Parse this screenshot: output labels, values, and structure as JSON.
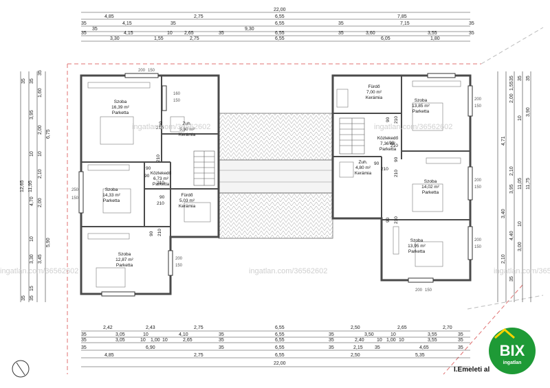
{
  "title": "I.Emeleti al",
  "logo": {
    "text": "BIX",
    "subtext": "ingatlan",
    "color": "#1e9a36"
  },
  "watermark": "ingatlan.com/36562602",
  "colors": {
    "wall": "#4a4a4a",
    "dim_line": "#333333",
    "red_dash": "#e07070"
  },
  "dims_top": [
    {
      "row": 1,
      "labels": [
        "22,00"
      ]
    },
    {
      "row": 2,
      "labels": [
        "4,85",
        "2,75",
        "6,55",
        "7,85"
      ]
    },
    {
      "row": 3,
      "labels": [
        "35",
        "4,15",
        "35",
        "6,55",
        "35",
        "7,15",
        "35"
      ]
    },
    {
      "row": 4,
      "labels": [
        "35",
        "9,30"
      ]
    },
    {
      "row": 5,
      "labels": [
        "35",
        "4,15",
        "10",
        "2,65",
        "35",
        "6,55",
        "35",
        "3,60",
        "3,55",
        "35"
      ]
    },
    {
      "row": 6,
      "labels": [
        "3,30",
        "1,55",
        "2,75",
        "6,55",
        "6,05",
        "1,80"
      ]
    }
  ],
  "dims_bottom": [
    {
      "row": 1,
      "labels": [
        "2,42",
        "2,43",
        "2,75",
        "6,55",
        "2,50",
        "2,65",
        "2,70"
      ]
    },
    {
      "row": 2,
      "labels": [
        "35",
        "3,05",
        "10",
        "4,10",
        "35",
        "6,55",
        "35",
        "3,50",
        "10",
        "3,55",
        "35"
      ]
    },
    {
      "row": 3,
      "labels": [
        "35",
        "3,05",
        "10",
        "1,00",
        "10",
        "2,65",
        "35",
        "6,55",
        "35",
        "2,40",
        "10",
        "1,00",
        "10",
        "3,55",
        "35"
      ]
    },
    {
      "row": 4,
      "labels": [
        "35",
        "6,90",
        "35",
        "6,55",
        "35",
        "2,15",
        "35",
        "4,65",
        "35"
      ]
    },
    {
      "row": 5,
      "labels": [
        "4,85",
        "2,75",
        "6,55",
        "2,50",
        "5,35"
      ]
    },
    {
      "row": 6,
      "labels": [
        "22,00"
      ]
    }
  ],
  "dims_left": [
    "12,65",
    "11,95",
    "1,60",
    "3,95",
    "2,00",
    "6,75",
    "2,10",
    "10",
    "10",
    "4,70",
    "2,00",
    "5,90",
    "3,45",
    "3,30",
    "35",
    "35",
    "35",
    "35",
    "10",
    "15",
    "35"
  ],
  "dims_right": [
    "1,55",
    "2,00",
    "3,90",
    "4,71",
    "2,10",
    "11,05",
    "11,75",
    "3,95",
    "3,40",
    "4,40",
    "3,00",
    "2,10",
    "35",
    "35",
    "35",
    "10",
    "10",
    "35"
  ],
  "rooms": [
    {
      "name": "Szoba",
      "area": "16,39 m²",
      "floor": "Parketta"
    },
    {
      "name": "Zuh.",
      "area": "5,30 m²",
      "floor": "Kerámia"
    },
    {
      "name": "Közlekedő",
      "area": "6,73 m²",
      "floor": "Parketta"
    },
    {
      "name": "Szoba",
      "area": "14,33 m²",
      "floor": "Parketta"
    },
    {
      "name": "Fürdő",
      "area": "5,03 m²",
      "floor": "Kerámia"
    },
    {
      "name": "Szoba",
      "area": "12,87 m²",
      "floor": "Parketta"
    },
    {
      "name": "Fürdő",
      "area": "7,00 m²",
      "floor": "Kerámia"
    },
    {
      "name": "Szoba",
      "area": "13,85 m²",
      "floor": "Parketta"
    },
    {
      "name": "Közlekedő",
      "area": "7,36 m²",
      "floor": "Parketta"
    },
    {
      "name": "Zuh.",
      "area": "4,80 m²",
      "floor": "Kerámia"
    },
    {
      "name": "Szoba",
      "area": "14,02 m²",
      "floor": "Parketta"
    },
    {
      "name": "Szoba",
      "area": "13,95 m²",
      "floor": "Parketta"
    }
  ],
  "doors": [
    "90",
    "210",
    "90",
    "210",
    "90",
    "210",
    "90",
    "210",
    "90",
    "210",
    "90",
    "210",
    "90",
    "210",
    "90",
    "210",
    "90",
    "210",
    "90",
    "210"
  ],
  "windows": [
    "200",
    "150",
    "160",
    "150",
    "250",
    "150",
    "200",
    "150",
    "200",
    "150",
    "200",
    "150",
    "200",
    "150",
    "200",
    "150"
  ],
  "icons": [
    "north-arrow-icon",
    "bix-logo-icon",
    "stairs-icon"
  ]
}
